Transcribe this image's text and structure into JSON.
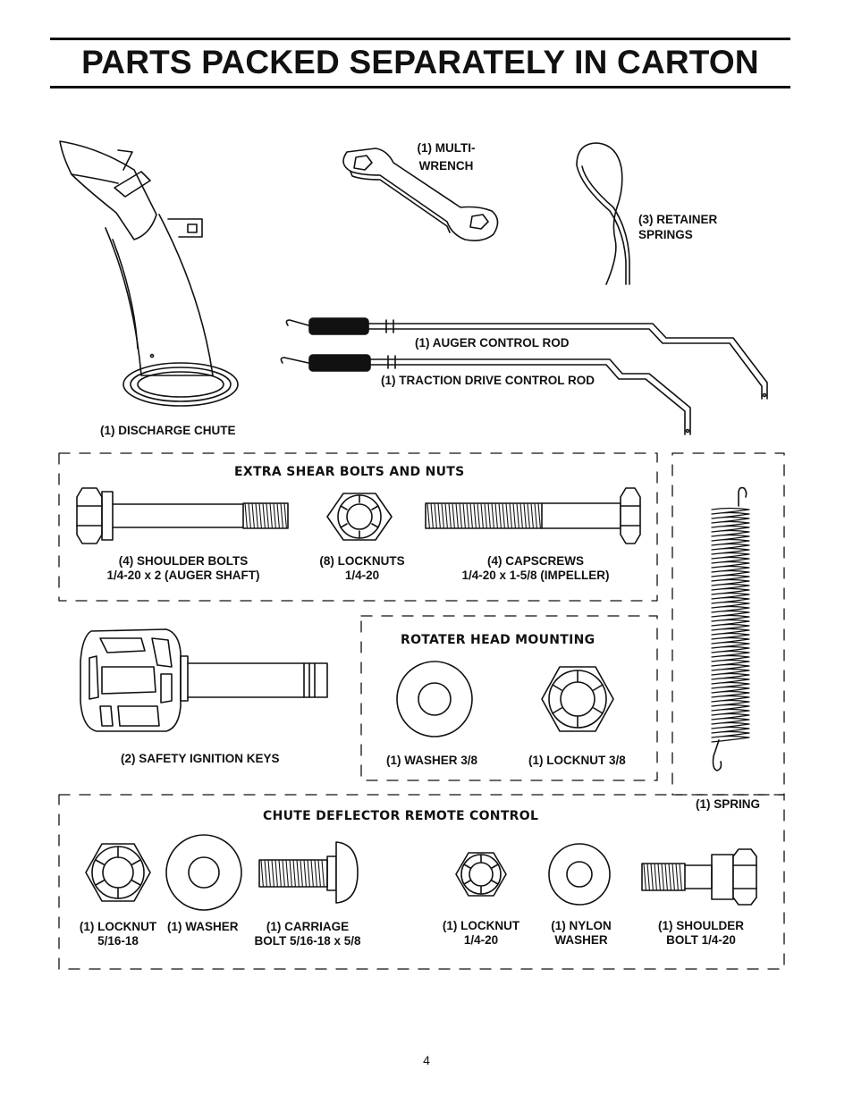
{
  "title": "PARTS PACKED SEPARATELY IN CARTON",
  "parts": {
    "discharge_chute": "(1) DISCHARGE CHUTE",
    "multi_wrench": [
      "(1) MULTI-",
      "WRENCH"
    ],
    "retainer_springs": [
      "(3) RETAINER",
      "SPRINGS"
    ],
    "auger_control_rod": "(1) AUGER CONTROL ROD",
    "traction_drive_control_rod": "(1) TRACTION DRIVE CONTROL ROD",
    "spring": "(1) SPRING",
    "safety_ignition_keys": "(2) SAFETY IGNITION KEYS"
  },
  "shear_section": {
    "heading": "EXTRA SHEAR BOLTS AND NUTS",
    "shoulder_bolts": [
      "(4) SHOULDER BOLTS",
      "1/4-20 x 2 (AUGER SHAFT)"
    ],
    "locknuts": [
      "(8) LOCKNUTS",
      "1/4-20"
    ],
    "capscrews": [
      "(4) CAPSCREWS",
      "1/4-20 x 1-5/8 (IMPELLER)"
    ]
  },
  "rotater_section": {
    "heading": "ROTATER HEAD MOUNTING",
    "washer": "(1) WASHER  3/8",
    "locknut": "(1) LOCKNUT  3/8"
  },
  "chute_section": {
    "heading": "CHUTE DEFLECTOR REMOTE CONTROL",
    "locknut_5_16": [
      "(1) LOCKNUT",
      "5/16-18"
    ],
    "washer": "(1) WASHER",
    "carriage_bolt": [
      "(1) CARRIAGE",
      "BOLT  5/16-18 x 5/8"
    ],
    "locknut_1_4": [
      "(1) LOCKNUT",
      "1/4-20"
    ],
    "nylon_washer": [
      "(1) NYLON",
      "WASHER"
    ],
    "shoulder_bolt": [
      "(1) SHOULDER",
      "BOLT  1/4-20"
    ]
  },
  "page_number": "4"
}
